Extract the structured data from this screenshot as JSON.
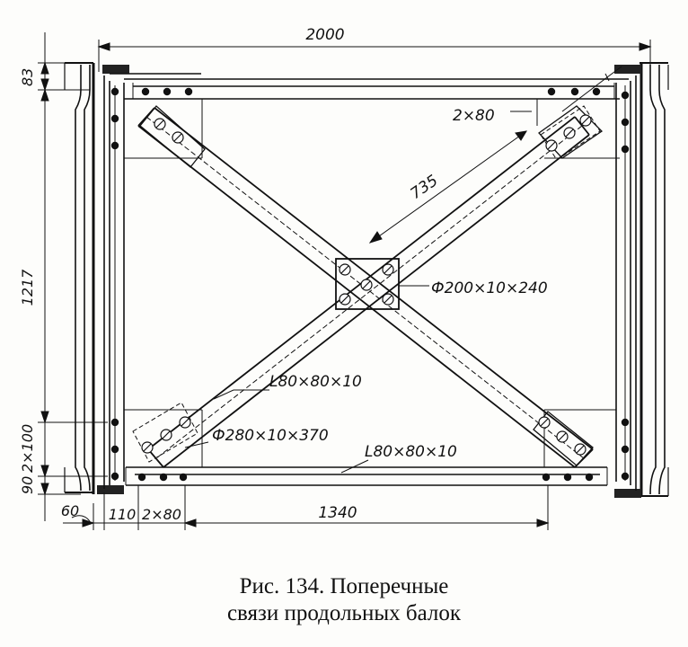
{
  "dimensions": {
    "overall_width": "2000",
    "top_offset": "83",
    "height": "1217",
    "bolt_spacing_vert": "2×100",
    "bottom_offset": "90",
    "left_offset": "60",
    "edge_distance": "110",
    "bolt_spacing_horiz": "2×80",
    "bolt_spacing_diag": "2×80",
    "bottom_span": "1340",
    "diagonal_length": "735"
  },
  "labels": {
    "center_plate": "Ф200×10×240",
    "corner_plate": "Ф280×10×370",
    "angle_diagonal": "L80×80×10",
    "angle_bottom": "L80×80×10"
  },
  "caption": {
    "line1": "Рис. 134. Поперечные",
    "line2": "связи продольных балок"
  }
}
